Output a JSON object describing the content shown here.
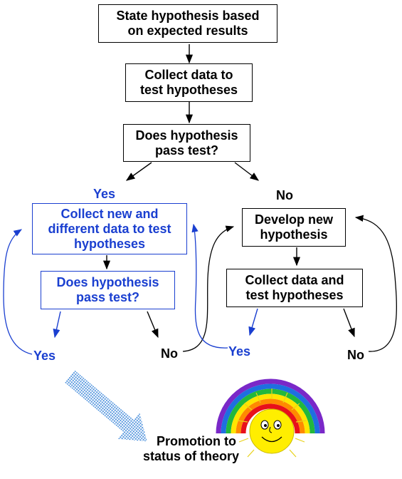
{
  "nodes": {
    "state_hypothesis": {
      "line1": "State hypothesis based",
      "line2": "on expected results"
    },
    "collect_data": {
      "line1": "Collect data to",
      "line2": "test hypotheses"
    },
    "pass_test_1": {
      "line1": "Does hypothesis",
      "line2": "pass test?"
    },
    "collect_new": {
      "line1": "Collect new and",
      "line2": "different data to test",
      "line3": "hypotheses"
    },
    "pass_test_2": {
      "line1": "Does hypothesis",
      "line2": "pass test?"
    },
    "develop_new": {
      "line1": "Develop new",
      "line2": "hypothesis"
    },
    "collect_test": {
      "line1": "Collect data and",
      "line2": "test hypotheses"
    },
    "promotion": {
      "line1": "Promotion to",
      "line2": "status of theory"
    }
  },
  "labels": {
    "yes_top": "Yes",
    "no_top": "No",
    "yes_left": "Yes",
    "no_mid": "No",
    "yes_right": "Yes",
    "no_right": "No"
  },
  "colors": {
    "black": "#000000",
    "blue": "#1a3fd0",
    "sun": "#ffee00",
    "rainbow": [
      "#e8101a",
      "#ff8a00",
      "#ffe600",
      "#22b83c",
      "#1e6fe0",
      "#7a28c8"
    ]
  },
  "icons": [
    "sun-icon",
    "rainbow-icon",
    "gradient-arrow-icon"
  ]
}
